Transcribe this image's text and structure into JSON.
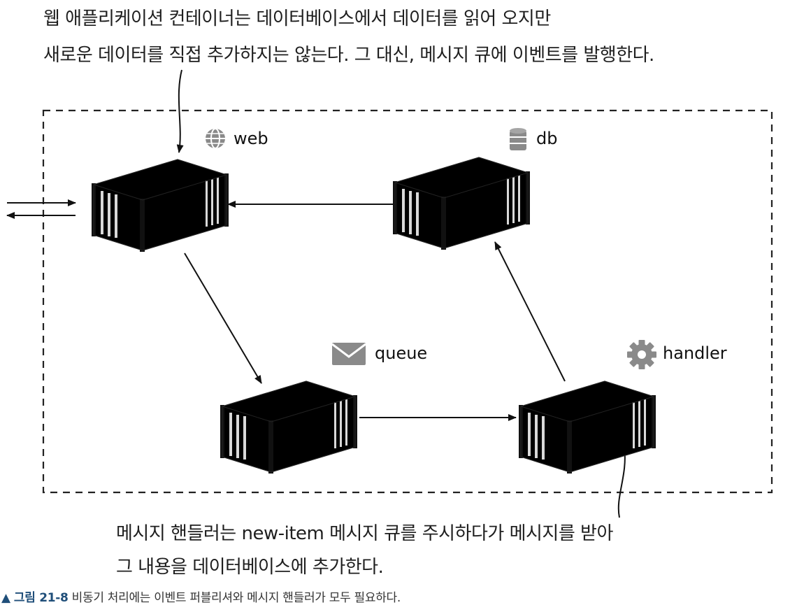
{
  "top_callout": {
    "line1": "웹 애플리케이션 컨테이너는 데이터베이스에서 데이터를 읽어 오지만",
    "line2": "새로운 데이터를 직접 추가하지는 않는다. 그 대신, 메시지 큐에 이벤트를 발행한다."
  },
  "nodes": {
    "web": {
      "label": "web",
      "icon": "globe-icon",
      "color": "#4a7fa6"
    },
    "db": {
      "label": "db",
      "icon": "database-icon",
      "color": "#bdbdbd"
    },
    "queue": {
      "label": "queue",
      "icon": "envelope-icon",
      "color": "#92b1cf"
    },
    "handler": {
      "label": "handler",
      "icon": "gear-icon",
      "color": "#4a7fa6"
    }
  },
  "bottom_callout": {
    "line1": "메시지 핸들러는 new-item 메시지 큐를 주시하다가 메시지를 받아",
    "line2": "그 내용을 데이터베이스에 추가한다."
  },
  "caption": {
    "marker": "▲",
    "figure_number": "그림 21-8",
    "text": "비동기 처리에는 이벤트 퍼블리셔와 메시지 핸들러가 모두 필요하다."
  }
}
